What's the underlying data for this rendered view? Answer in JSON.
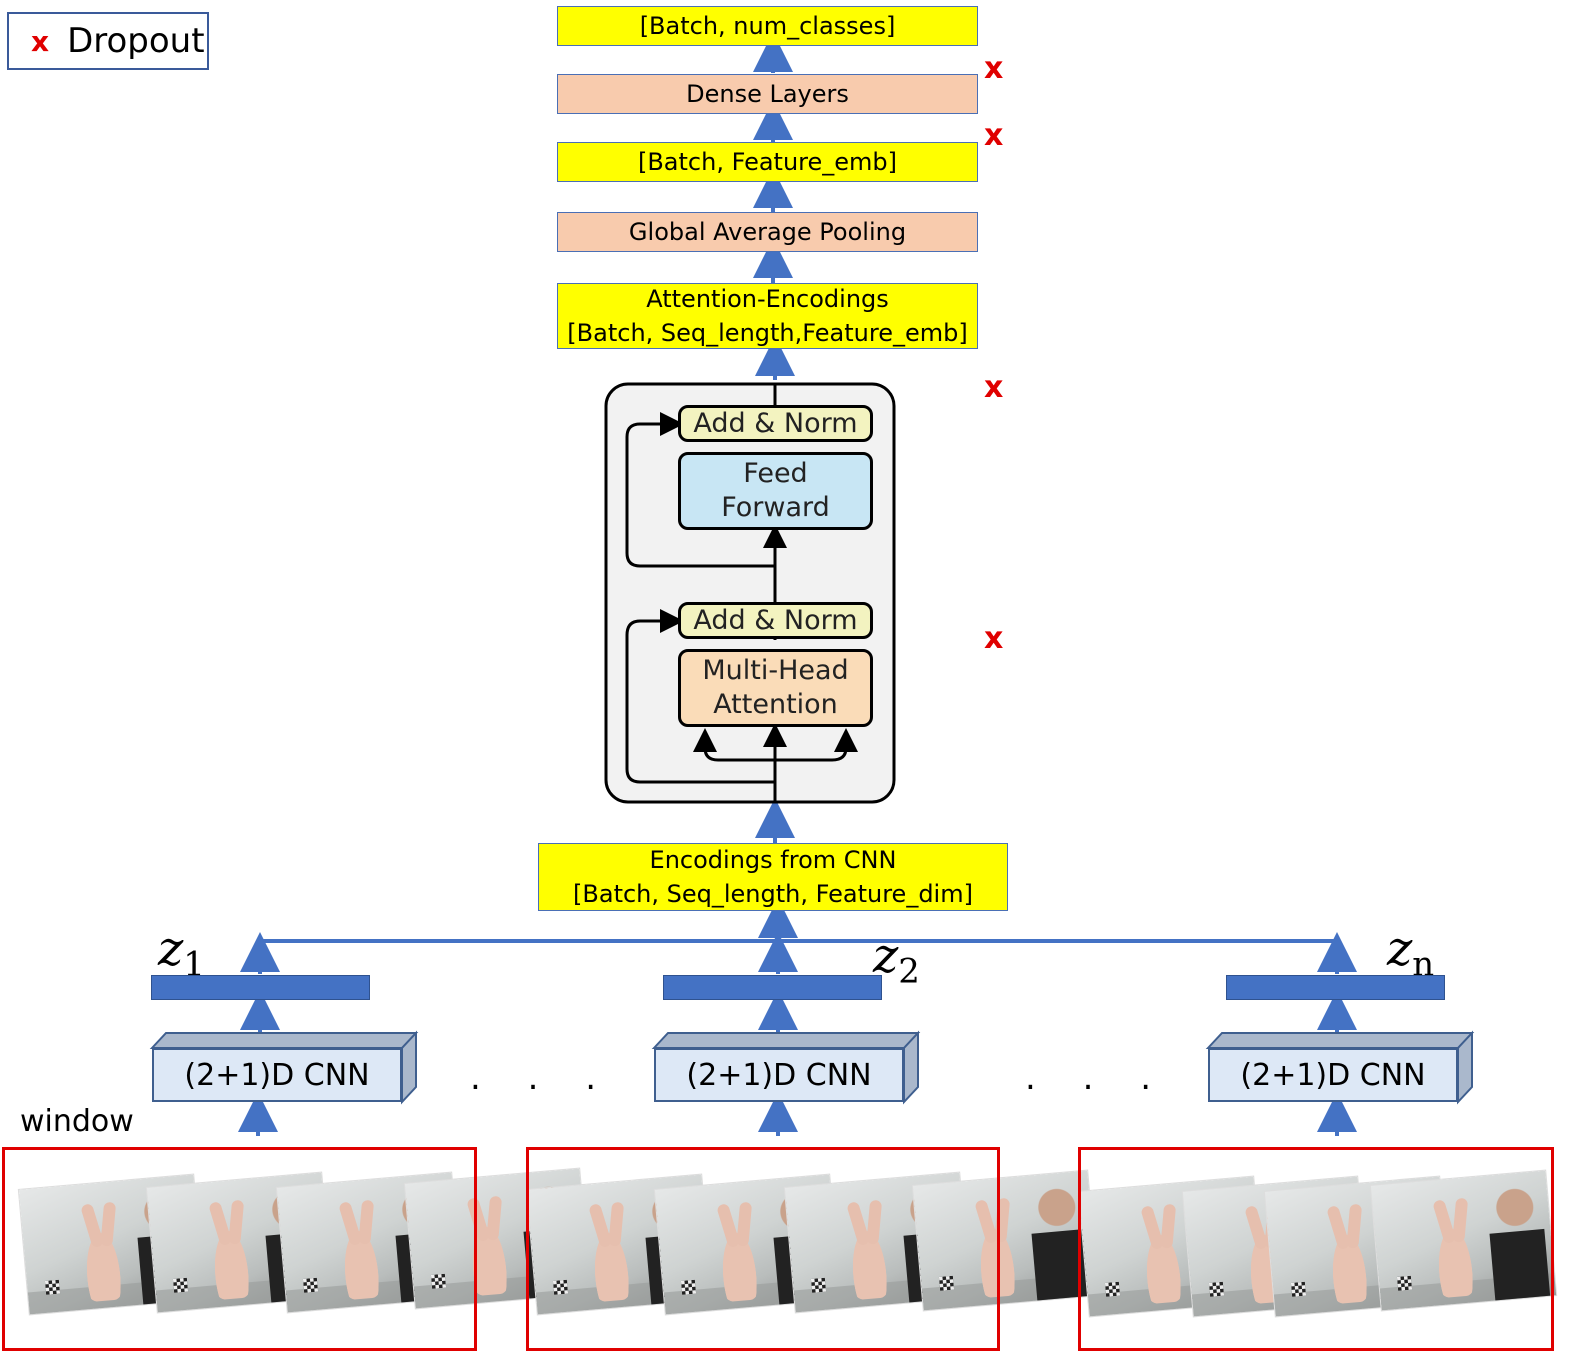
{
  "legend": {
    "marker": "x",
    "label": "Dropout"
  },
  "output_shape": "[Batch, num_classes]",
  "dense_layers": "Dense Layers",
  "feature_emb_shape": "[Batch, Feature_emb]",
  "global_avg_pool": "Global Average Pooling",
  "attention_encodings": {
    "title": "Attention-Encodings",
    "shape": "[Batch, Seq_length,Feature_emb]"
  },
  "transformer": {
    "add_norm": "Add & Norm",
    "feed_forward": [
      "Feed",
      "Forward"
    ],
    "multi_head": [
      "Multi-Head",
      "Attention"
    ]
  },
  "cnn_encodings": {
    "title": "Encodings from CNN",
    "shape": "[Batch, Seq_length, Feature_dim]"
  },
  "dropout_mark": "x",
  "z_labels": [
    {
      "base": "z",
      "sub": "1"
    },
    {
      "base": "z",
      "sub": "2"
    },
    {
      "base": "z",
      "sub": "n"
    }
  ],
  "cnn_label": "(2+1)D CNN",
  "ellipsis": "...",
  "window_label": "window",
  "colors": {
    "yellow": "#ffff00",
    "salmon": "#f8cbad",
    "arrow_blue": "#4472c4",
    "window_red": "#e00000"
  }
}
